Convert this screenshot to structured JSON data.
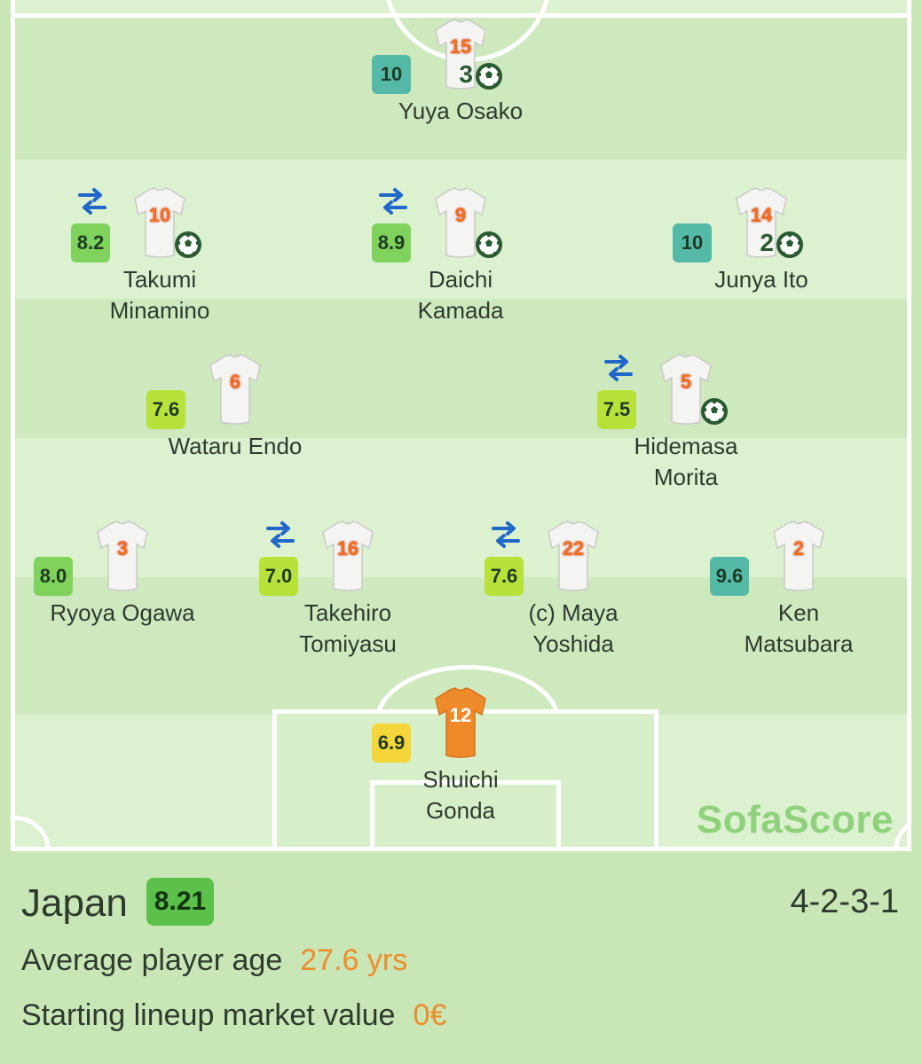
{
  "team": {
    "name": "Japan",
    "rating": "8.21",
    "formation": "4-2-3-1",
    "average_age_label": "Average player age",
    "average_age_value": "27.6 yrs",
    "market_value_label": "Starting lineup market value",
    "market_value_value": "0€"
  },
  "brand": "SofaScore",
  "colors": {
    "rating_high_teal": "#55b9a8",
    "rating_green": "#7fd35c",
    "rating_lime": "#b8e23a",
    "rating_yellow": "#f4d63a",
    "goalkeeper_jersey": "#ef8a2a",
    "substitution_blue": "#2067c9"
  },
  "players": [
    {
      "id": "osako",
      "name": "Yuya Osako",
      "number": "15",
      "rating": "10",
      "rating_color": "#55b9a8",
      "subbed": false,
      "goals": "3",
      "show_goal": true
    },
    {
      "id": "minamino",
      "name": "Takumi\nMinamino",
      "number": "10",
      "rating": "8.2",
      "rating_color": "#7fd35c",
      "subbed": true,
      "goals": "",
      "show_goal": true
    },
    {
      "id": "kamada",
      "name": "Daichi\nKamada",
      "number": "9",
      "rating": "8.9",
      "rating_color": "#7fd35c",
      "subbed": true,
      "goals": "",
      "show_goal": true
    },
    {
      "id": "ito",
      "name": "Junya Ito",
      "number": "14",
      "rating": "10",
      "rating_color": "#55b9a8",
      "subbed": false,
      "goals": "2",
      "show_goal": true
    },
    {
      "id": "endo",
      "name": "Wataru Endo",
      "number": "6",
      "rating": "7.6",
      "rating_color": "#b8e23a",
      "subbed": false,
      "goals": "",
      "show_goal": false
    },
    {
      "id": "morita",
      "name": "Hidemasa\nMorita",
      "number": "5",
      "rating": "7.5",
      "rating_color": "#b8e23a",
      "subbed": true,
      "goals": "",
      "show_goal": true
    },
    {
      "id": "ogawa",
      "name": "Ryoya Ogawa",
      "number": "3",
      "rating": "8.0",
      "rating_color": "#7fd35c",
      "subbed": false,
      "goals": "",
      "show_goal": false
    },
    {
      "id": "tomiyasu",
      "name": "Takehiro\nTomiyasu",
      "number": "16",
      "rating": "7.0",
      "rating_color": "#b8e23a",
      "subbed": true,
      "goals": "",
      "show_goal": false
    },
    {
      "id": "yoshida",
      "name": "(c) Maya\nYoshida",
      "number": "22",
      "rating": "7.6",
      "rating_color": "#b8e23a",
      "subbed": true,
      "goals": "",
      "show_goal": false
    },
    {
      "id": "matsubara",
      "name": "Ken\nMatsubara",
      "number": "2",
      "rating": "9.6",
      "rating_color": "#55b9a8",
      "subbed": false,
      "goals": "",
      "show_goal": false
    },
    {
      "id": "gonda",
      "name": "Shuichi\nGonda",
      "number": "12",
      "rating": "6.9",
      "rating_color": "#f4d63a",
      "subbed": false,
      "goals": "",
      "show_goal": false,
      "goalkeeper": true
    }
  ]
}
